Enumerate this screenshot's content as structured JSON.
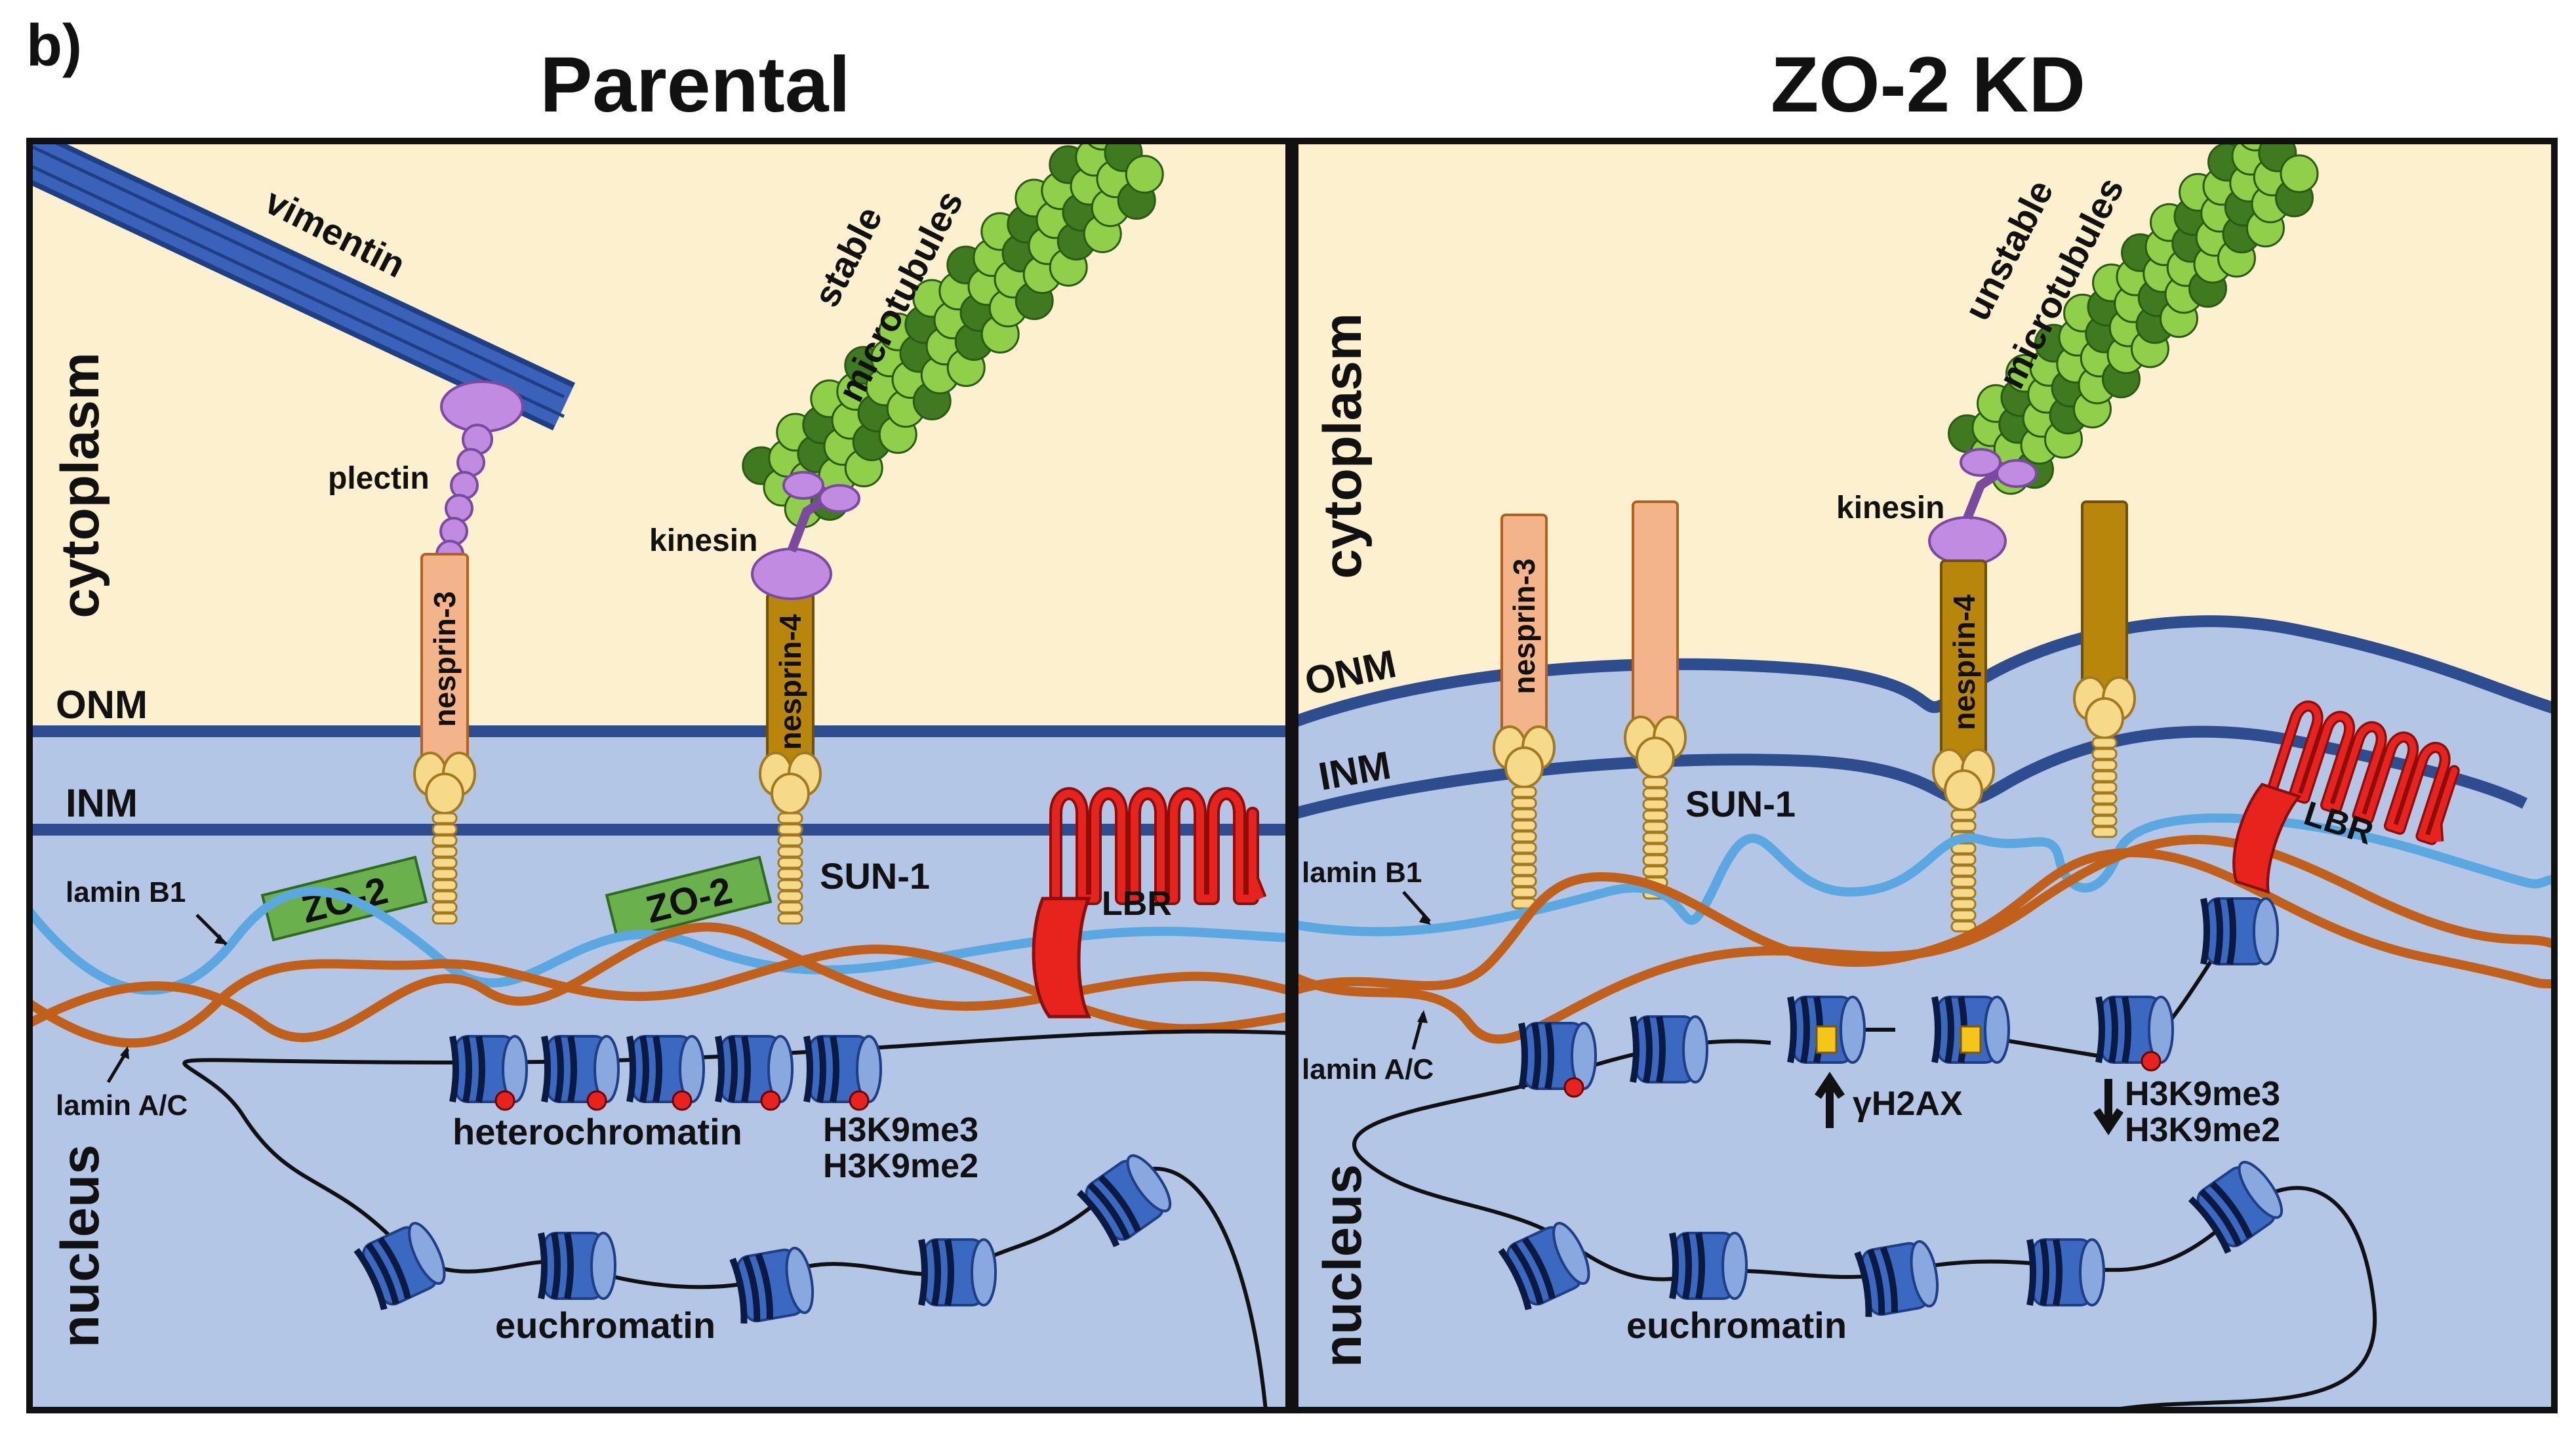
{
  "panel_letter": "b)",
  "panels": [
    {
      "title": "Parental",
      "labels": {
        "cytoplasm": "cytoplasm",
        "nucleus": "nucleus",
        "onm": "ONM",
        "inm": "INM",
        "vimentin": "vimentin",
        "plectin": "plectin",
        "microtubules_line1": "stable",
        "microtubules_line2": "microtubules",
        "kinesin": "kinesin",
        "nesprin3": "nesprin-3",
        "nesprin4": "nesprin-4",
        "sun1": "SUN-1",
        "zo2_a": "ZO-2",
        "zo2_b": "ZO-2",
        "lbr": "LBR",
        "laminB1": "lamin B1",
        "laminAC": "lamin A/C",
        "heterochromatin": "heterochromatin",
        "mark1": "H3K9me3",
        "mark2": "H3K9me2",
        "euchromatin": "euchromatin"
      }
    },
    {
      "title": "ZO-2 KD",
      "labels": {
        "cytoplasm": "cytoplasm",
        "nucleus": "nucleus",
        "onm": "ONM",
        "inm": "INM",
        "microtubules_line1": "unstable",
        "microtubules_line2": "microtubules",
        "kinesin": "kinesin",
        "nesprin3": "nesprin-3",
        "nesprin4": "nesprin-4",
        "sun1": "SUN-1",
        "lbr": "LBR",
        "laminB1": "lamin B1",
        "laminAC": "lamin A/C",
        "gh2ax": "γH2AX",
        "mark1": "H3K9me3",
        "mark2": "H3K9me2",
        "euchromatin": "euchromatin"
      }
    }
  ],
  "colors": {
    "cytoplasm": "#fdf0cf",
    "nucleus": "#b4c6e6",
    "membrane": "#2e4d8f",
    "vimentin": "#3a62b8",
    "microtubule_light": "#8fcf4a",
    "microtubule_dark": "#3f7a20",
    "kinesin_plectin": "#c08be0",
    "nesprin3": "#f4b48a",
    "nesprin4": "#b8860b",
    "sun1": "#f7d98a",
    "zo2": "#6ab04c",
    "lbr": "#e8231d",
    "laminB1": "#5ba8e0",
    "laminAC": "#c0601a",
    "nucleosome": "#3b68c0",
    "h3k9_mark": "#e8231d",
    "gh2ax_mark": "#f5c518"
  }
}
